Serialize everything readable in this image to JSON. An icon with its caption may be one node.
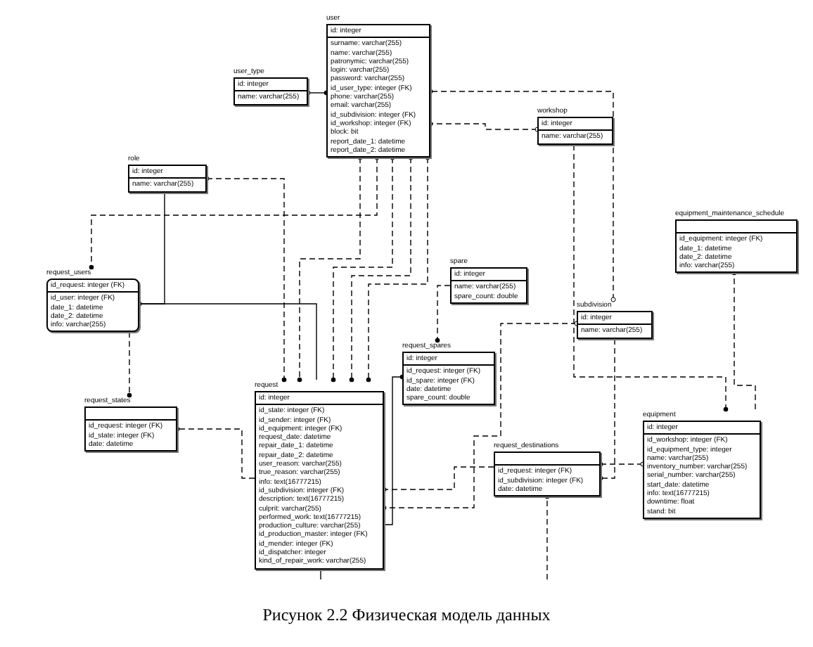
{
  "diagram": {
    "caption": "Рисунок 2.2 Физическая модель данных",
    "nodes": [
      {
        "text": [
          "user",
          "id: integer",
          "surname: varchar(255)",
          "name: varchar(255)",
          "patronymic: varchar(255)",
          "login: varchar(255)",
          "password: varchar(255)",
          "id_user_type: integer (FK)",
          "phone: varchar(255)",
          "email: varchar(255)",
          "id_subdivision: integer (FK)",
          "id_workshop: integer (FK)",
          "block: bit",
          "report_date_1: datetime",
          "report_date_2: datetime"
        ]
      },
      {
        "text": [
          "user_type",
          "id: integer",
          "name: varchar(255)"
        ]
      },
      {
        "text": [
          "workshop",
          "id: integer",
          "name: varchar(255)"
        ]
      },
      {
        "text": [
          "role",
          "id: integer",
          "name: varchar(255)"
        ]
      },
      {
        "text": [
          "equipment_maintenance_schedule",
          "id_equipment: integer (FK)",
          "date_1: datetime",
          "date_2: datetime",
          "info: varchar(255)"
        ]
      },
      {
        "text": [
          "spare",
          "id: integer",
          "name: varchar(255)",
          "spare_count: double"
        ]
      },
      {
        "text": [
          "request_users",
          "id_request: integer (FK)",
          "id_user: integer (FK)",
          "date_1: datetime",
          "date_2: datetime",
          "info: varchar(255)"
        ]
      },
      {
        "text": [
          "subdivision",
          "id: integer",
          "name: varchar(255)"
        ]
      },
      {
        "text": [
          "request_spares",
          "id: integer",
          "id_request: integer (FK)",
          "id_spare: integer (FK)",
          "date: datetime",
          "spare_count: double"
        ]
      },
      {
        "text": [
          "request",
          "id: integer",
          "id_state: integer (FK)",
          "id_sender: integer (FK)",
          "id_equipment: integer (FK)",
          "request_date: datetime",
          "repair_date_1: datetime",
          "repair_date_2: datetime",
          "user_reason: varchar(255)",
          "true_reason: varchar(255)",
          "info: text(16777215)",
          "id_subdivision: integer (FK)",
          "description: text(16777215)",
          "culprit: varchar(255)",
          "performed_work: text(16777215)",
          "production_culture: varchar(255)",
          "id_production_master: integer (FK)",
          "id_mender: integer (FK)",
          "id_dispatcher: integer",
          "kind_of_repair_work: varchar(255)"
        ]
      },
      {
        "text": [
          "request_states",
          "id_request: integer (FK)",
          "id_state: integer (FK)",
          "date: datetime"
        ]
      },
      {
        "text": [
          "equipment",
          "id: integer",
          "id_workshop: integer (FK)",
          "id_equipment_type: integer",
          "name: varchar(255)",
          "inventory_number: varchar(255)",
          "serial_number: varchar(255)",
          "start_date: datetime",
          "info: text(16777215)",
          "downtime: float",
          "stand: bit"
        ]
      },
      {
        "text": [
          "request_destinations",
          "id_request: integer (FK)",
          "id_subdivision: integer (FK)",
          "date: datetime"
        ]
      }
    ],
    "edges": [
      {
        "from": 1,
        "to": 0,
        "arrow": "other"
      },
      {
        "from": 2,
        "to": 0,
        "arrow": "other",
        "style": "dashed"
      },
      {
        "from": 7,
        "to": 0,
        "arrow": "other",
        "style": "dashed"
      },
      {
        "from": 0,
        "to": 6,
        "arrow": "other",
        "style": "dashed"
      },
      {
        "from": 3,
        "to": 9,
        "arrow": "other",
        "style": "dashed"
      },
      {
        "from": 0,
        "to": 9,
        "arrow": "other",
        "style": "dashed"
      },
      {
        "from": 0,
        "to": 9,
        "arrow": "other",
        "style": "dashed"
      },
      {
        "from": 0,
        "to": 9,
        "arrow": "other",
        "style": "dashed"
      },
      {
        "from": 0,
        "to": 9,
        "arrow": "other",
        "style": "dashed"
      },
      {
        "from": 9,
        "to": 6,
        "arrow": "other"
      },
      {
        "from": 3,
        "to": 6,
        "arrow": "other"
      },
      {
        "from": 6,
        "to": 10,
        "arrow": "other",
        "style": "dashed"
      },
      {
        "from": 9,
        "to": 10,
        "arrow": "other",
        "style": "dashed"
      },
      {
        "from": 5,
        "to": 8,
        "arrow": "other",
        "style": "dashed"
      },
      {
        "from": 9,
        "to": 8,
        "arrow": "other"
      },
      {
        "from": 7,
        "to": 9,
        "arrow": "other",
        "style": "dashed"
      },
      {
        "from": 12,
        "to": 9,
        "arrow": "other",
        "style": "dashed"
      },
      {
        "from": 11,
        "to": 4,
        "arrow": "other",
        "style": "dashed"
      },
      {
        "from": 2,
        "to": 11,
        "arrow": "other",
        "style": "dashed"
      },
      {
        "from": 7,
        "to": 12,
        "arrow": "other",
        "style": "dashed"
      },
      {
        "from": 11,
        "to": 12,
        "arrow": "other",
        "style": "dashed"
      },
      {
        "from": null,
        "to": 12,
        "arrow": "other",
        "style": "dashed"
      },
      {
        "from": 9,
        "to": null,
        "arrow": "none"
      }
    ]
  }
}
